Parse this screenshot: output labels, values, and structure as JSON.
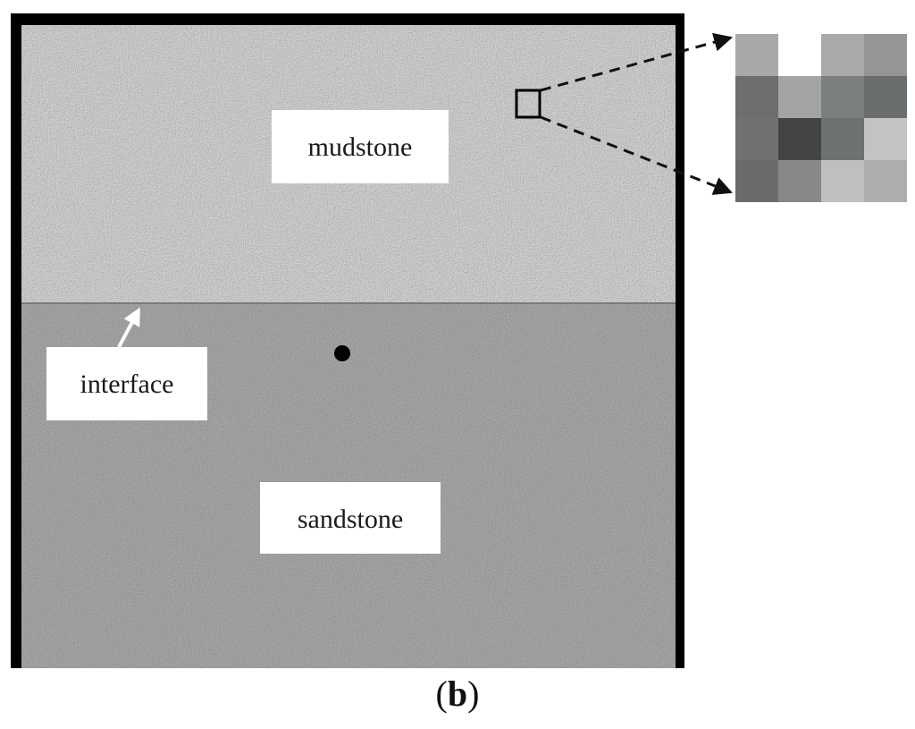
{
  "labels": {
    "upper_layer": "mudstone",
    "lower_layer": "sandstone",
    "interface": "interface"
  },
  "caption": {
    "open": "(",
    "letter": "b",
    "close": ")"
  },
  "colors": {
    "mudstone_base": "#a9a9a9",
    "sandstone_base": "#8e8e8e",
    "frame": "#000000",
    "interface_line": "#7a7a7a"
  },
  "inset_pixels": [
    [
      "#a8a8a8",
      "#ffffff",
      "#a9a9a9",
      "#959595"
    ],
    [
      "#6e6e6e",
      "#a4a4a4",
      "#7b807d",
      "#6a6e6b"
    ],
    [
      "#6f726f",
      "#444444",
      "#6f736f",
      "#c3c3c3"
    ],
    [
      "#6c6a6c",
      "#888888",
      "#c0bec0",
      "#aeaeae"
    ]
  ]
}
